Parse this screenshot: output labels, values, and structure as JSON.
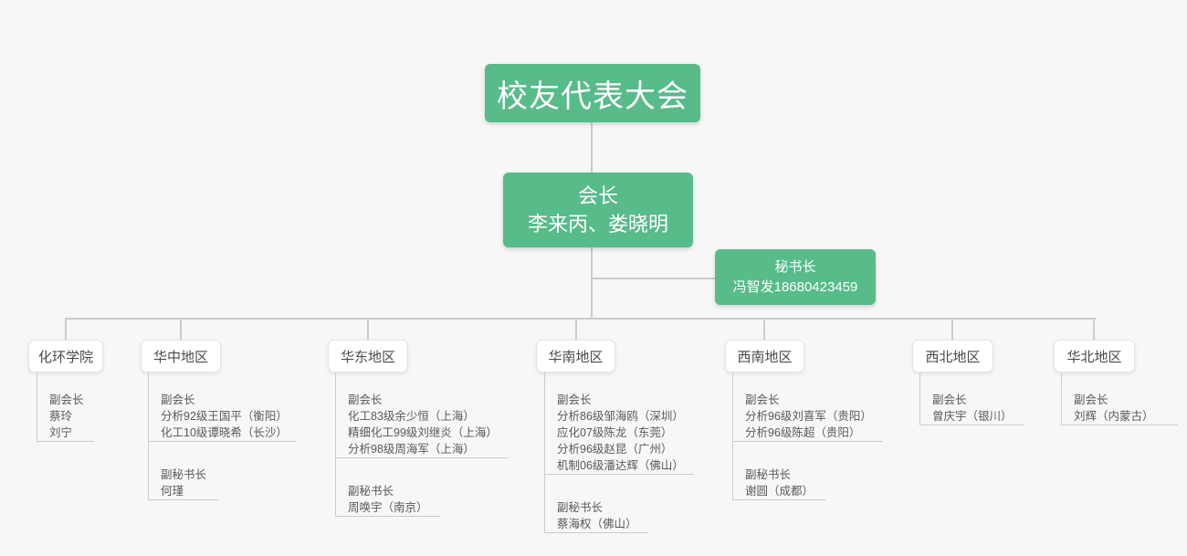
{
  "colors": {
    "background": "#f7f7f7",
    "accent_green": "#57bb8a",
    "connector": "#cccccc",
    "box_border": "#e4e4e4",
    "box_text": "#4a4a4a",
    "list_text": "#595959"
  },
  "root": {
    "label": "校友代表大会"
  },
  "president": {
    "title": "会长",
    "names": "李来丙、娄晓明"
  },
  "secretary": {
    "title": "秘书长",
    "contact": "冯智发18680423459"
  },
  "branches": [
    {
      "label": "化环学院",
      "groups": [
        {
          "lines": [
            "副会长",
            "蔡玲",
            "刘宁"
          ]
        }
      ]
    },
    {
      "label": "华中地区",
      "groups": [
        {
          "lines": [
            "副会长",
            "分析92级王国平（衡阳）",
            "化工10级谭晓希（长沙）"
          ]
        },
        {
          "lines": [
            "副秘书长",
            "何瑾"
          ]
        }
      ]
    },
    {
      "label": "华东地区",
      "groups": [
        {
          "lines": [
            "副会长",
            "化工83级余少恒（上海）",
            "精细化工99级刘继炎（上海）",
            "分析98级周海军（上海）"
          ]
        },
        {
          "lines": [
            "副秘书长",
            "周唤宇（南京）"
          ]
        }
      ]
    },
    {
      "label": "华南地区",
      "groups": [
        {
          "lines": [
            "副会长",
            "分析86级邹海鸥（深圳）",
            "应化07级陈龙（东莞）",
            "分析96级赵昆（广州）",
            "机制06级潘达辉（佛山）"
          ]
        },
        {
          "lines": [
            "副秘书长",
            "蔡海权（佛山）"
          ]
        }
      ]
    },
    {
      "label": "西南地区",
      "groups": [
        {
          "lines": [
            "副会长",
            "分析96级刘喜军（贵阳）",
            "分析96级陈超（贵阳）"
          ]
        },
        {
          "lines": [
            "副秘书长",
            "谢圆（成都）"
          ]
        }
      ]
    },
    {
      "label": "西北地区",
      "groups": [
        {
          "lines": [
            "副会长",
            "曾庆宇（银川）"
          ]
        }
      ]
    },
    {
      "label": "华北地区",
      "groups": [
        {
          "lines": [
            "副会长",
            "刘辉（内蒙古）"
          ]
        }
      ]
    }
  ]
}
